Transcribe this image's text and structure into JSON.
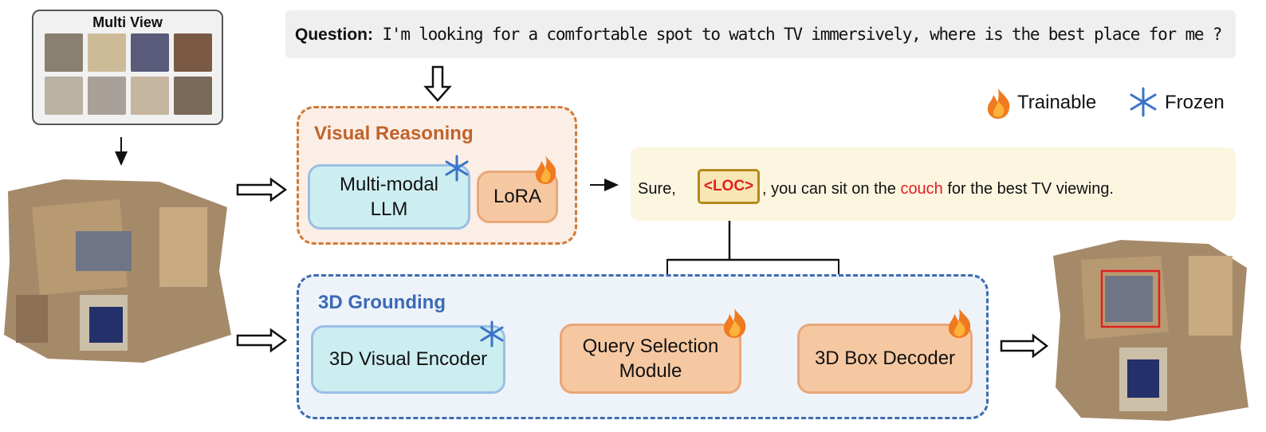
{
  "multi_view": {
    "title": "Multi View",
    "thumbnails": [
      {
        "name": "office-chair-view",
        "color": "#8a8070"
      },
      {
        "name": "hallway-door-view",
        "color": "#cdbb98"
      },
      {
        "name": "bed-view",
        "color": "#5a5a7a"
      },
      {
        "name": "dresser-view",
        "color": "#7a5a45"
      },
      {
        "name": "bathroom-view",
        "color": "#b9b2a2"
      },
      {
        "name": "kitchen-view",
        "color": "#a8a098"
      },
      {
        "name": "closet-view",
        "color": "#c6b6a0"
      },
      {
        "name": "desk-chair-view",
        "color": "#7a6a5a"
      }
    ]
  },
  "question": {
    "label": "Question:",
    "text": "I'm looking for a comfortable spot to watch TV immersively, where is the best place for me ?"
  },
  "legend": {
    "trainable": "Trainable",
    "frozen": "Frozen",
    "trainable_icon": "fire-icon",
    "frozen_icon": "snowflake-icon"
  },
  "visual_reasoning": {
    "title": "Visual Reasoning",
    "llm_label": "Multi-modal\nLLM",
    "lora_label": "LoRA"
  },
  "answer": {
    "prefix": "Sure,",
    "token": "<LOC>",
    "middle": ", you can sit on the ",
    "highlight": "couch",
    "suffix": " for the best TV viewing."
  },
  "grounding": {
    "title": "3D Grounding",
    "encoder_label": "3D Visual Encoder",
    "query_label": "Query Selection\nModule",
    "decoder_label": "3D Box Decoder"
  },
  "colors": {
    "reasoning_accent": "#c0622b",
    "grounding_accent": "#3a6ab5",
    "highlight_red": "#e02020",
    "frozen_fill": "#cdeef0",
    "trainable_fill": "#f6c8a2"
  }
}
